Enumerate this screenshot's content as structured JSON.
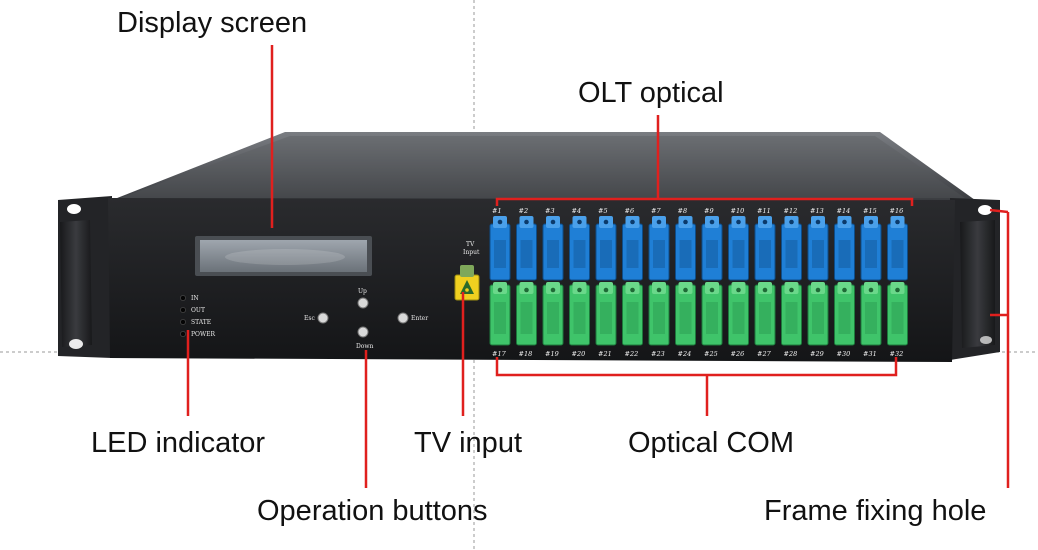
{
  "callouts": {
    "display_screen": "Display screen",
    "olt_optical": "OLT optical",
    "led_indicator": "LED indicator",
    "tv_input": "TV input",
    "optical_com": "Optical COM",
    "operation_buttons": "Operation buttons",
    "frame_fixing_hole": "Frame fixing hole"
  },
  "panel": {
    "leds": [
      "IN",
      "OUT",
      "STATE",
      "POWER"
    ],
    "buttons": {
      "up": "Up",
      "down": "Down",
      "esc": "Esc",
      "enter": "Enter"
    },
    "tv_label": [
      "TV",
      "Input"
    ]
  },
  "ports": {
    "top_labels": [
      "#1",
      "#2",
      "#3",
      "#4",
      "#5",
      "#6",
      "#7",
      "#8",
      "#9",
      "#10",
      "#11",
      "#12",
      "#13",
      "#14",
      "#15",
      "#16"
    ],
    "bottom_labels": [
      "#17",
      "#18",
      "#19",
      "#20",
      "#21",
      "#22",
      "#23",
      "#24",
      "#25",
      "#26",
      "#27",
      "#28",
      "#29",
      "#30",
      "#31",
      "#32"
    ]
  },
  "colors": {
    "annotation_line": "#e0201e",
    "blue_adapter": "#1f7fd6",
    "green_adapter": "#3fc46a",
    "tv_adapter": "#f0d020",
    "chassis": "#1e1f22"
  }
}
